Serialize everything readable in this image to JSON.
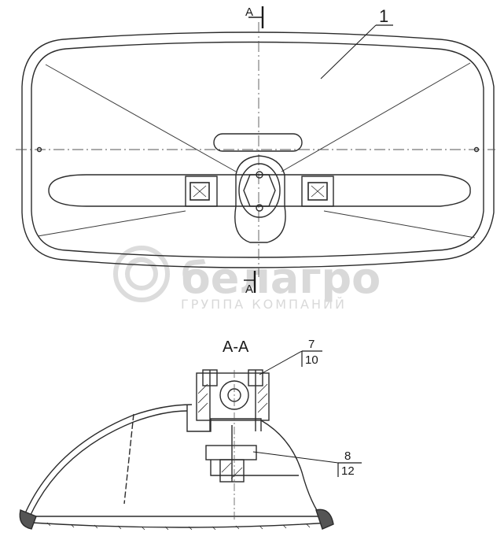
{
  "diagram": {
    "section_marker": "A",
    "section_title": "A-A",
    "callouts": {
      "part_1": "1",
      "part_7": "7",
      "part_10": "10",
      "part_8": "8",
      "part_12": "12"
    }
  },
  "watermark": {
    "brand": "белагро",
    "tagline": "ГРУППА КОМПАНИЙ"
  }
}
